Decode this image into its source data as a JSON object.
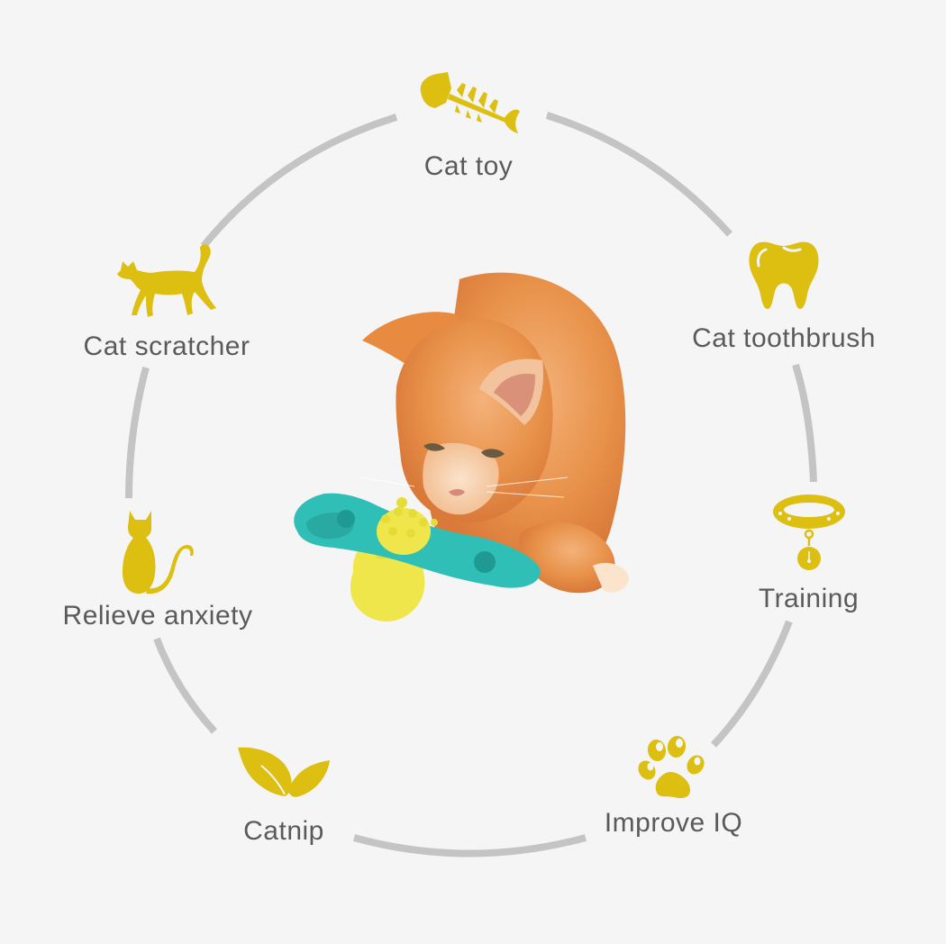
{
  "colors": {
    "background": "#f5f5f5",
    "ring": "#c4c4c4",
    "icon": "#dcbf10",
    "label": "#5a5a5a",
    "toy_teal": "#2fbfb6",
    "toy_yellow": "#eee64a",
    "kitten_orange": "#e8924a"
  },
  "features": [
    {
      "id": "cat-toy",
      "label": "Cat toy",
      "icon": "fish-bone-icon"
    },
    {
      "id": "cat-toothbrush",
      "label": "Cat toothbrush",
      "icon": "tooth-icon"
    },
    {
      "id": "training",
      "label": "Training",
      "icon": "collar-icon"
    },
    {
      "id": "improve-iq",
      "label": "Improve IQ",
      "icon": "paw-icon"
    },
    {
      "id": "catnip",
      "label": "Catnip",
      "icon": "leaf-icon"
    },
    {
      "id": "relieve-anxiety",
      "label": "Relieve anxiety",
      "icon": "sitting-cat-icon"
    },
    {
      "id": "cat-scratcher",
      "label": "Cat scratcher",
      "icon": "walking-cat-icon"
    }
  ],
  "hero": {
    "subject": "orange kitten playing with windmill toy",
    "toy": "teal windmill spinner with yellow suction cup base"
  }
}
